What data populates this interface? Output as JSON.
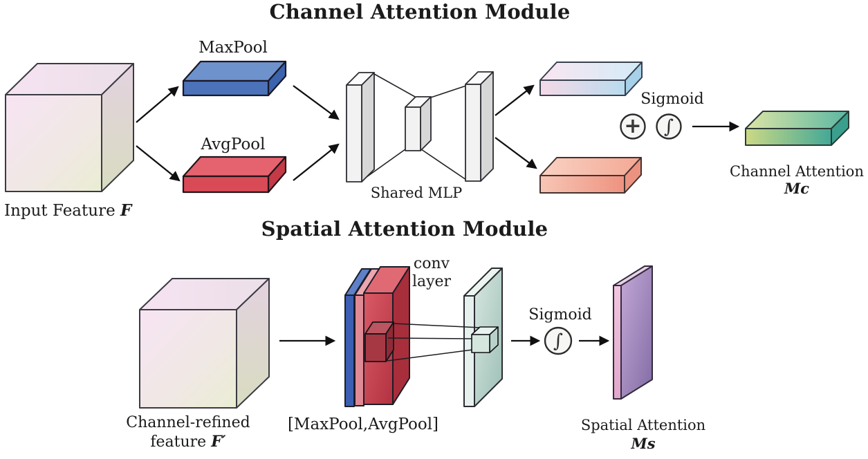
{
  "figure": {
    "channel": {
      "title": "Channel Attention Module",
      "input_label": "Input Feature ",
      "input_symbol": "F",
      "maxpool": "MaxPool",
      "avgpool": "AvgPool",
      "mlp": "Shared MLP",
      "sigmoid": "Sigmoid",
      "plus": "+",
      "integral": "∫",
      "output_label": "Channel Attention",
      "output_symbol": "Mc"
    },
    "spatial": {
      "title": "Spatial Attention Module",
      "input_line1": "Channel-refined",
      "input_line2": "feature ",
      "input_symbol": "F′",
      "concat": "[MaxPool,AvgPool]",
      "conv_line1": "conv",
      "conv_line2": "layer",
      "sigmoid": "Sigmoid",
      "integral": "∫",
      "output_label": "Spatial Attention",
      "output_symbol": "Ms"
    },
    "colors": {
      "maxpool_blue": "#4c72ba",
      "avgpool_red": "#d94a57",
      "mlp_gray": "#f2f2f2",
      "channel_attention_green": "#43a897",
      "spatial_attention_purple": "#9c86bd",
      "conv_teal": "#bcd6cd",
      "feature_pink": "#f3e0ef",
      "outline": "#2b2b33"
    }
  }
}
